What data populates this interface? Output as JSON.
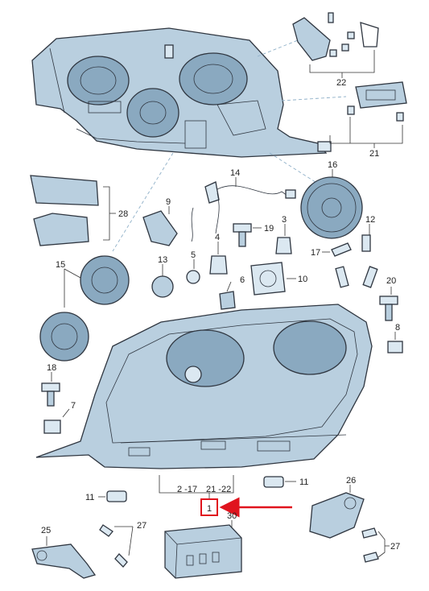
{
  "labels": {
    "p1": "1",
    "p2_17": "2 -17",
    "p21_22": "21 -22",
    "p3": "3",
    "p4": "4",
    "p5": "5",
    "p6": "6",
    "p7": "7",
    "p8": "8",
    "p9": "9",
    "p10": "10",
    "p11a": "11",
    "p11b": "11",
    "p12": "12",
    "p13": "13",
    "p14": "14",
    "p15": "15",
    "p16": "16",
    "p17": "17",
    "p18": "18",
    "p19": "19",
    "p20": "20",
    "p21": "21",
    "p22": "22",
    "p25": "25",
    "p26": "26",
    "p27a": "27",
    "p27b": "27",
    "p28": "28",
    "p30": "30"
  },
  "colors": {
    "part_fill": "#b9cfdf",
    "part_dark": "#8aa9c0",
    "part_light": "#dbe8f1",
    "highlight": "#e0141e"
  }
}
